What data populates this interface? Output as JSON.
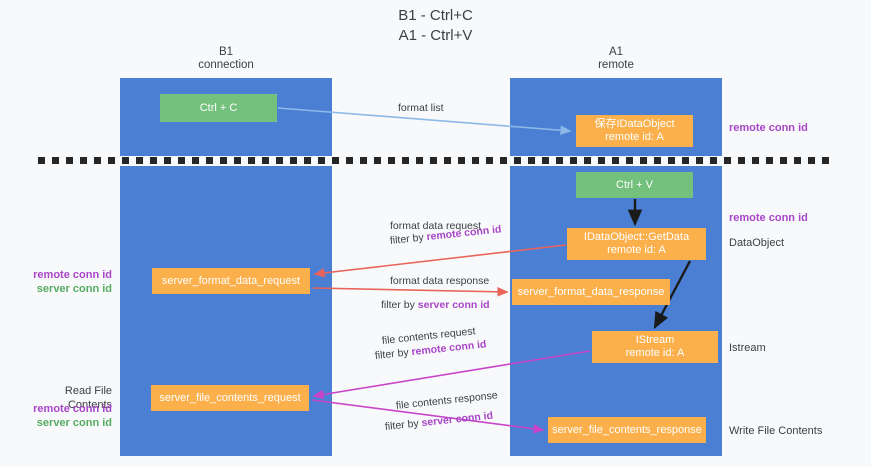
{
  "title": "B1 - Ctrl+C\nA1 - Ctrl+V",
  "columns": {
    "left": {
      "header": "B1\nconnection"
    },
    "right": {
      "header": "A1\nremote"
    }
  },
  "nodes": {
    "ctrl_c": {
      "label": "Ctrl + C",
      "color": "#74c07d"
    },
    "save_idataobject": {
      "label": "保存IDataObject\nremote id: A",
      "color": "#fbb04c"
    },
    "ctrl_v": {
      "label": "Ctrl + V",
      "color": "#74c07d"
    },
    "idataobject_getdata": {
      "label": "IDataObject::GetData\nremote id: A",
      "color": "#fbb04c"
    },
    "server_format_data_request": {
      "label": "server_format_data_request",
      "color": "#fbb04c"
    },
    "server_format_data_response": {
      "label": "server_format_data_response",
      "color": "#fbb04c"
    },
    "istream": {
      "label": "IStream\nremote id: A",
      "color": "#fbb04c"
    },
    "server_file_contents_request": {
      "label": "server_file_contents_request",
      "color": "#fbb04c"
    },
    "server_file_contents_response": {
      "label": "server_file_contents_response",
      "color": "#fbb04c"
    }
  },
  "edge_labels": {
    "format_list": "format list",
    "format_data_request": "format data request",
    "format_data_request_filter_prefix": "filter by ",
    "format_data_request_filter_key": "remote conn id",
    "format_data_response": "format data response",
    "format_data_response_filter_prefix": "filter by ",
    "format_data_response_filter_key": "server conn id",
    "file_contents_request": "file contents request",
    "file_contents_request_filter_prefix": "filter by ",
    "file_contents_request_filter_key": "remote conn id",
    "file_contents_response": "file contents response",
    "file_contents_response_filter_prefix": "filter by ",
    "file_contents_response_filter_key": "server conn id"
  },
  "side_labels": {
    "right_remote_conn_id_top": "remote conn id",
    "right_remote_conn_id_mid": "remote conn id",
    "right_dataobject": "DataObject",
    "right_istream": "Istream",
    "right_write_file_contents": "Write File Contents",
    "left_remote_conn_id": "remote conn id",
    "left_server_conn_id": "server conn id",
    "left_read_file_contents": "Read File Contents",
    "left_remote_conn_id_2": "remote conn id",
    "left_server_conn_id_2": "server conn id"
  },
  "colors": {
    "panel_blue": "#4a7fd4",
    "node_green": "#74c07d",
    "node_orange": "#fbb04c",
    "accent_purple": "#a845c9",
    "accent_green": "#56ad62",
    "arrow_red": "#e8645a",
    "arrow_lightblue": "#8cb9e8",
    "arrow_magenta": "#c845c9",
    "arrow_black": "#1a1a1a",
    "background": "#f8f9fa"
  }
}
